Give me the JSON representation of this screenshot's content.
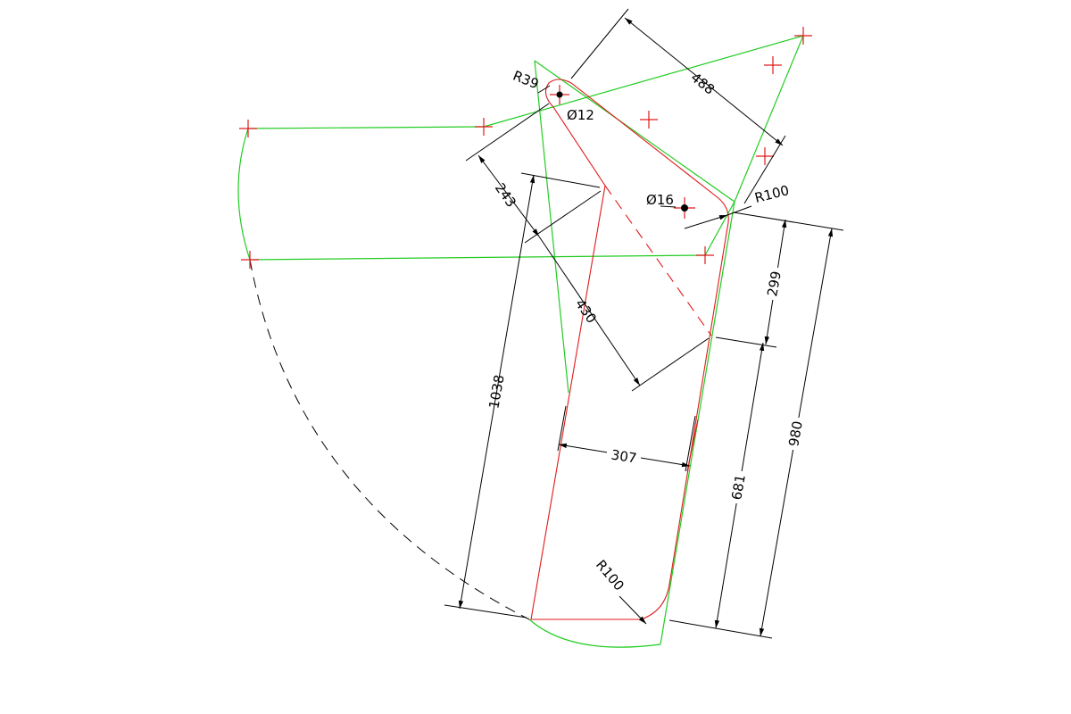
{
  "drawing": {
    "colors": {
      "construction": "#22cc22",
      "profile": "#e01a1a",
      "dimension": "#000000",
      "background": "#ffffff"
    },
    "dimensions": {
      "d488": "488",
      "d243": "243",
      "d430": "430",
      "d1038": "1038",
      "d307": "307",
      "d299": "299",
      "d681": "681",
      "d980": "980",
      "r39": "R39",
      "r100_top": "R100",
      "r100_bottom": "R100",
      "dia12": "Ø12",
      "dia16": "Ø16"
    }
  }
}
